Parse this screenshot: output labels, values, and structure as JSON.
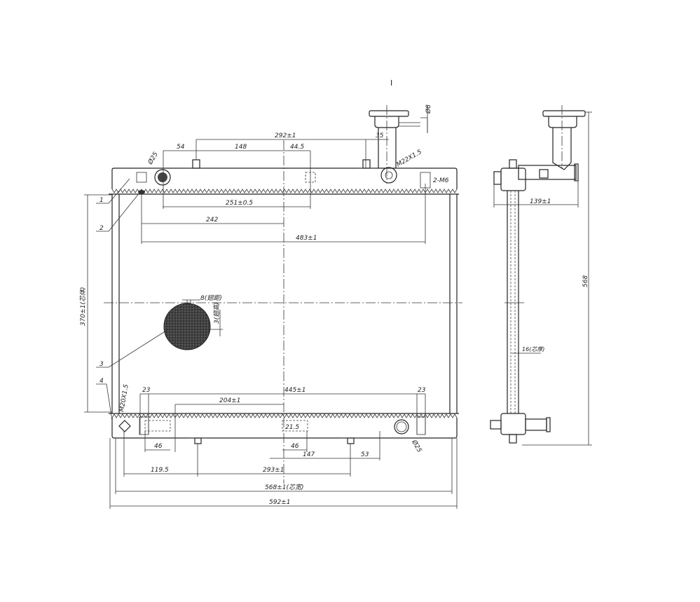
{
  "title": "I",
  "front_view": {
    "dims_top": {
      "d292": "292±1",
      "d54": "54",
      "d148": "148",
      "d44_5": "44.5",
      "d35": "35",
      "d251": "251±0.5",
      "d242": "242",
      "d483": "483±1",
      "phi25": "Ø25",
      "phi8": "Ø8",
      "m22": "M22X1.5",
      "m6": "2-M6"
    },
    "dims_left": {
      "d370": "370±1(芯体)"
    },
    "fin": {
      "pitch": "8(翅距)",
      "height": "3(翅高)"
    },
    "dims_bottom": {
      "d23a": "23",
      "d445": "445±1",
      "d23b": "23",
      "d204": "204±1",
      "d21_5": "21.5",
      "d46a": "46",
      "d46b": "46",
      "d147": "147",
      "d53": "53",
      "d119_5": "119.5",
      "d293": "293±1",
      "d568": "568±1(芯宽)",
      "d592": "592±1",
      "phi25": "Ø25",
      "m20": "M20X1.5"
    },
    "callouts": [
      "1",
      "2",
      "3",
      "4"
    ]
  },
  "side_view": {
    "d139": "139±1",
    "d568": "568",
    "d16": "16(芯厚)"
  }
}
